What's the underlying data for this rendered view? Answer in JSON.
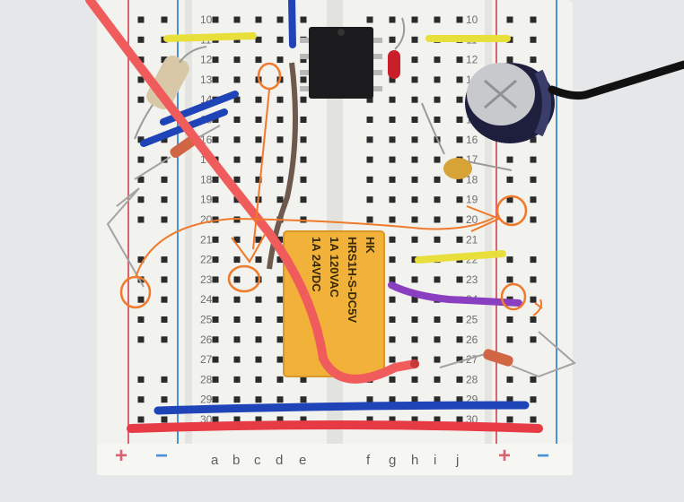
{
  "breadboard": {
    "row_numbers": [
      "10",
      "11",
      "12",
      "13",
      "14",
      "15",
      "16",
      "17",
      "18",
      "19",
      "20",
      "21",
      "22",
      "23",
      "24",
      "25",
      "26",
      "27",
      "28",
      "29",
      "30"
    ],
    "column_letters_left": [
      "a",
      "b",
      "c",
      "d",
      "e"
    ],
    "column_letters_right": [
      "f",
      "g",
      "h",
      "i",
      "j"
    ],
    "rail_left": {
      "plus": "+",
      "minus": "−"
    },
    "rail_right": {
      "plus": "+",
      "minus": "−"
    }
  },
  "relay": {
    "brand": "HK",
    "model": "HRS1H-S-DC5V",
    "rating_1": "1A 120VAC",
    "rating_2": "1A  24VDC"
  },
  "colors": {
    "board": "#f3f3f1",
    "hole": "#2b2b2b",
    "rail_red": "#d9646f",
    "rail_blue": "#4a90d9",
    "annotation": "#f07a2a",
    "wire_red": "#f05c5c",
    "wire_blue": "#1f44b8",
    "wire_yellow": "#e9df3a",
    "wire_purple": "#8a3fc0",
    "relay": "#f2b23a"
  }
}
